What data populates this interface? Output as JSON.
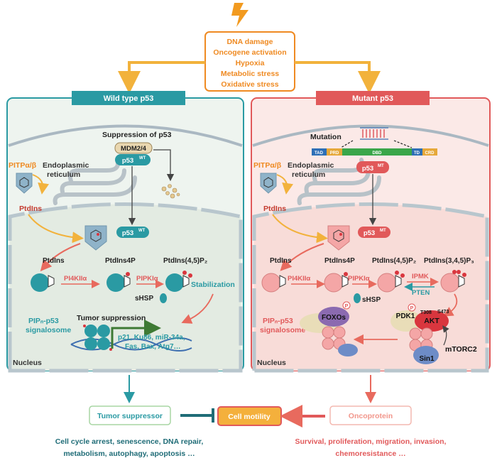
{
  "top": {
    "stressors": [
      "DNA damage",
      "Oncogene activation",
      "Hypoxia",
      "Metabolic stress",
      "Oxidative stress"
    ]
  },
  "wild": {
    "header": "Wild type p53",
    "suppression": "Suppression of p53",
    "mdm": "MDM2/4",
    "p53": "p53",
    "wt_sup": "WT",
    "pitp": "PITPα/β",
    "er1": "Endoplasmic",
    "er2": "reticulum",
    "ptdins_left": "PtdIns",
    "ptdins": "PtdIns",
    "ptdins4p": "PtdIns4P",
    "ptdins45": "PtdIns(4,5)P₂",
    "pi4k": "PI4KIIα",
    "pipk": "PIPKIα",
    "shsp": "sHSP",
    "stabilization": "Stabilization",
    "signalosome1": "PIPₙ-p53",
    "signalosome2": "signalosome",
    "tumor_suppression": "Tumor suppression",
    "genes1": "p21, Ku86, miR-34a,",
    "genes2": "Fas, Bax, Atg7…",
    "nucleus": "Nucleus"
  },
  "mutant": {
    "header": "Mutant p53",
    "mutation": "Mutation",
    "domains": [
      "TAD",
      "PRD",
      "DBD",
      "TD",
      "CRD"
    ],
    "p53": "p53",
    "mt_sup": "MT",
    "pitp": "PITPα/β",
    "er1": "Endoplasmic",
    "er2": "reticulum",
    "ptdins_left": "PtdIns",
    "ptdins": "PtdIns",
    "ptdins4p": "PtdIns4P",
    "ptdins45": "PtdIns(4,5)P₂",
    "ptdins345": "PtdIns(3,4,5)P₃",
    "pi4k": "PI4KIIα",
    "pipk": "PIPKIα",
    "ipmk": "IPMK",
    "pten": "PTEN",
    "shsp": "sHSP",
    "foxos": "FOXOs",
    "pdk1": "PDK1",
    "akt": "AKT",
    "t308": "T308",
    "s473": "S473",
    "mtorc2": "mTORC2",
    "sin1": "Sin1",
    "p_mark": "P",
    "signalosome1": "PIPₙ-p53",
    "signalosome2": "signalosome",
    "nucleus": "Nucleus"
  },
  "bottom": {
    "tumor_suppressor": "Tumor suppressor",
    "cell_motility": "Cell motility",
    "oncoprotein": "Oncoprotein",
    "wt_outcomes1": "Cell cycle arrest, senescence, DNA repair,",
    "wt_outcomes2": "metabolism, autophagy, apoptosis …",
    "mt_outcomes1": "Survival, proliferation, migration, invasion,",
    "mt_outcomes2": "chemoresistance …"
  },
  "colors": {
    "orange": "#ef8a22",
    "teal": "#2a9aa3",
    "red": "#e1595a",
    "dark_teal": "#1f6c77"
  }
}
